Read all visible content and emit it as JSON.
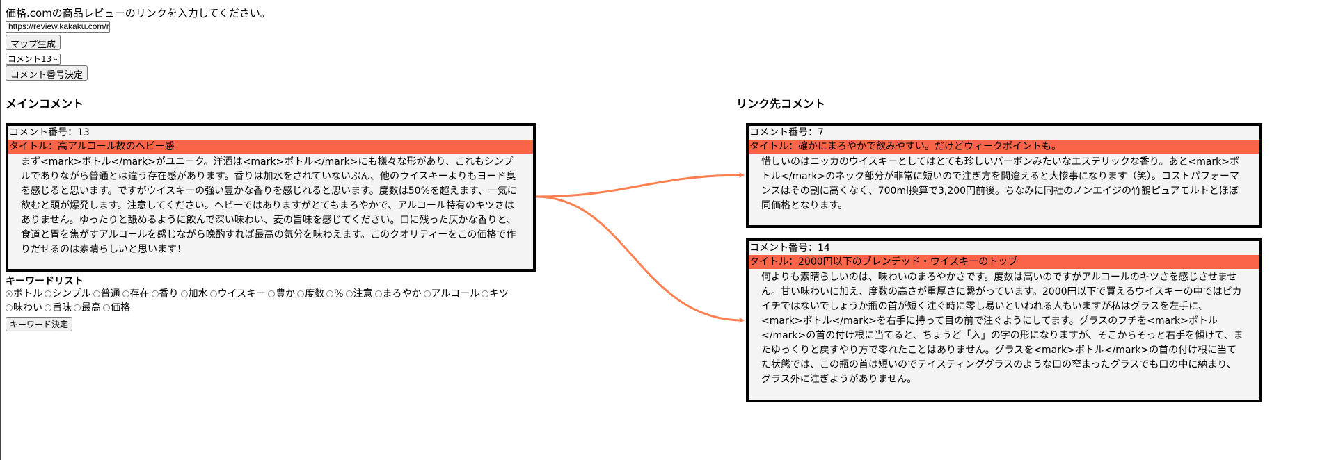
{
  "form": {
    "instruction": "価格.comの商品レビューのリンクを入力してください。",
    "url_value": "https://review.kakaku.com/review/",
    "generate_button": "マップ生成",
    "comment_select_value": "コメント13",
    "comment_decide_button": "コメント番号決定"
  },
  "main": {
    "heading": "メインコメント",
    "comment": {
      "number": "コメント番号：13",
      "title": "タイトル：高アルコール故のヘビー感",
      "body": "まず<mark>ボトル</mark>がユニーク。洋酒は<mark>ボトル</mark>にも様々な形があり、これもシンプルでありながら普通とは違う存在感があります。香りは加水をされていないぶん、他のウイスキーよりもヨード臭を感じると思います。ですがウイスキーの強い豊かな香りを感じれると思います。度数は50%を超えます、一気に飲むと頭が爆発します。注意してください。ヘビーではありますがとてもまろやかで、アルコール特有のキツさはありません。ゆったりと舐めるように飲んで深い味わい、麦の旨味を感じてください。口に残った仄かな香りと、食道と胃を焦がすアルコールを感じながら晩酌すれば最高の気分を味わえます。このクオリティーをこの価格で作りだせるのは素晴らしいと思います！"
    }
  },
  "keywords": {
    "label": "キーワードリスト",
    "items": [
      "ボトル",
      "シンプル",
      "普通",
      "存在",
      "香り",
      "加水",
      "ウイスキー",
      "豊か",
      "度数",
      "%",
      "注意",
      "まろやか",
      "アルコール",
      "キツ",
      "味わい",
      "旨味",
      "最高",
      "価格"
    ],
    "selected": "ボトル",
    "decide_button": "キーワード決定"
  },
  "linked": {
    "heading": "リンク先コメント",
    "comments": [
      {
        "number": "コメント番号：7",
        "title": "タイトル：確かにまろやかで飲みやすい。だけどウィークポイントも。",
        "body": "惜しいのはニッカのウイスキーとしてはとても珍しいバーボンみたいなエステリックな香り。あと<mark>ボトル</mark>のネック部分が非常に短いので注ぎ方を間違えると大惨事になります（笑）。コストパフォーマンスはその割に高くなく、700ml換算で3,200円前後。ちなみに同社のノンエイジの竹鶴ピュアモルトとほぼ同価格となります。"
      },
      {
        "number": "コメント番号：14",
        "title": "タイトル：2000円以下のブレンデッド・ウイスキーのトップ",
        "body": "何よりも素晴らしいのは、味わいのまろやかさです。度数は高いのですがアルコールのキツさを感じさせません。甘い味わいに加え、度数の高さが重厚さに繋がっています。2000円以下で買えるウイスキーの中ではピカイチではないでしょうか瓶の首が短く注ぐ時に零し易いといわれる人もいますが私はグラスを左手に、<mark>ボトル</mark>を右手に持って目の前で注ぐようにしてます。グラスのフチを<mark>ボトル</mark>の首の付け根に当てると、ちょうど「入」の字の形になりますが、そこからそっと右手を傾けて、またゆっくりと戻すやり方で零れたことはありません。グラスを<mark>ボトル</mark>の首の付け根に当てた状態では、この瓶の首は短いのでテイスティンググラスのような口の窄まったグラスでも口の中に納まり、グラス外に注ぎようがありません。"
      }
    ]
  },
  "colors": {
    "title_bar": "#fa6449",
    "arrow": "#ff7f50",
    "box_bg": "#f4f4f4"
  }
}
